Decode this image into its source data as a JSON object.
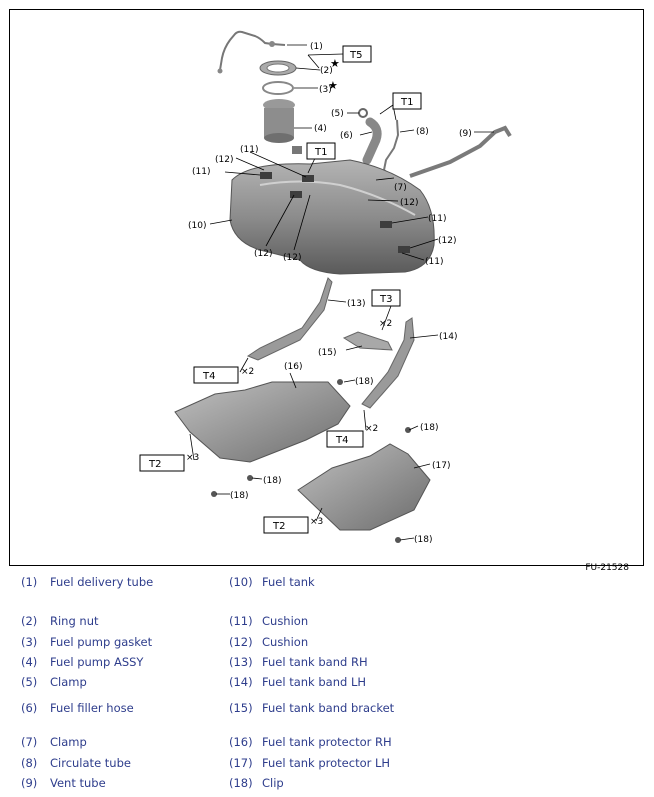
{
  "figure_id": "FU-21528",
  "callouts": {
    "c1": "(1)",
    "c2": "(2)",
    "c3": "(3)",
    "c4": "(4)",
    "c5": "(5)",
    "c6": "(6)",
    "c7": "(7)",
    "c8": "(8)",
    "c9": "(9)",
    "c10": "(10)",
    "c11": "(11)",
    "c12": "(12)",
    "c13": "(13)",
    "c14": "(14)",
    "c15": "(15)",
    "c16": "(16)",
    "c17": "(17)",
    "c18": "(18)"
  },
  "torque_labels": {
    "t1": "T1",
    "t2": "T2",
    "t3": "T3",
    "t4": "T4",
    "t5": "T5"
  },
  "multipliers": {
    "x2": "×2",
    "x3": "×3"
  },
  "marker": "★",
  "legend": [
    {
      "num": "(1)",
      "name": "Fuel delivery tube"
    },
    {
      "num": "(2)",
      "name": "Ring nut"
    },
    {
      "num": "(3)",
      "name": "Fuel pump gasket"
    },
    {
      "num": "(4)",
      "name": "Fuel pump ASSY"
    },
    {
      "num": "(5)",
      "name": "Clamp"
    },
    {
      "num": "(6)",
      "name": "Fuel filler hose"
    },
    {
      "num": "(7)",
      "name": "Clamp"
    },
    {
      "num": "(8)",
      "name": "Circulate tube"
    },
    {
      "num": "(9)",
      "name": "Vent tube"
    },
    {
      "num": "(10)",
      "name": "Fuel tank"
    },
    {
      "num": "(11)",
      "name": "Cushion"
    },
    {
      "num": "(12)",
      "name": "Cushion"
    },
    {
      "num": "(13)",
      "name": "Fuel tank band RH"
    },
    {
      "num": "(14)",
      "name": "Fuel tank band LH"
    },
    {
      "num": "(15)",
      "name": "Fuel tank band bracket"
    },
    {
      "num": "(16)",
      "name": "Fuel tank protector RH"
    },
    {
      "num": "(17)",
      "name": "Fuel tank protector LH"
    },
    {
      "num": "(18)",
      "name": "Clip"
    }
  ],
  "colors": {
    "legend_text": "#2e3d8c",
    "part_fill": "#8a8a8a",
    "part_dark": "#5e5e5e"
  }
}
